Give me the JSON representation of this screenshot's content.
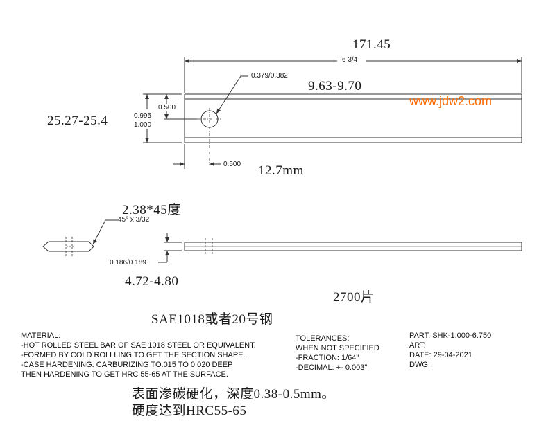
{
  "dimensions": {
    "overall_length_mm": "171.45",
    "overall_length_in": "6 3/4",
    "hole_dia_in": "0.379/0.382",
    "hole_dia_mm": "9.63-9.70",
    "width_mm": "25.27-25.4",
    "width_in_upper": "0.995",
    "width_in_lower": "1.000",
    "hole_offset_y_in": "0.500",
    "hole_offset_x_in": "0.500",
    "hole_offset_x_mm": "12.7mm",
    "chamfer_mm": "2.38*45度",
    "chamfer_in": "45° x 3/32",
    "thickness_in": "0.186/0.189",
    "thickness_mm": "4.72-4.80"
  },
  "quantity": "2700片",
  "steel_grade": "SAE1018或者20号钢",
  "watermark": "www.jdw2.com",
  "material": {
    "lines": [
      "MATERIAL:",
      "-HOT ROLLED STEEL BAR OF SAE 1018 STEEL OR EQUIVALENT.",
      "-FORMED BY COLD ROLLLING TO GET THE SECTION SHAPE.",
      "-CASE HARDENING: CARBURIZING TO.015 TO 0.020 DEEP",
      "THEN HARDENING TO GET HRC 55-65 AT THE SURFACE."
    ]
  },
  "tolerances": {
    "lines": [
      "TOLERANCES:",
      "WHEN NOT SPECIFIED",
      "-FRACTION: 1/64\"",
      "-DECIMAL: +- 0.003\""
    ]
  },
  "part_info": {
    "lines": [
      "PART: SHK-1.000-6.750",
      "ART:",
      "DATE: 29-04-2021",
      "DWG:"
    ]
  },
  "chinese_notes": {
    "line1": "表面渗碳硬化，深度0.38-0.5mm。",
    "line2": "硬度达到HRC55-65"
  },
  "colors": {
    "line": "#333333",
    "watermark": "#ff6a00"
  }
}
